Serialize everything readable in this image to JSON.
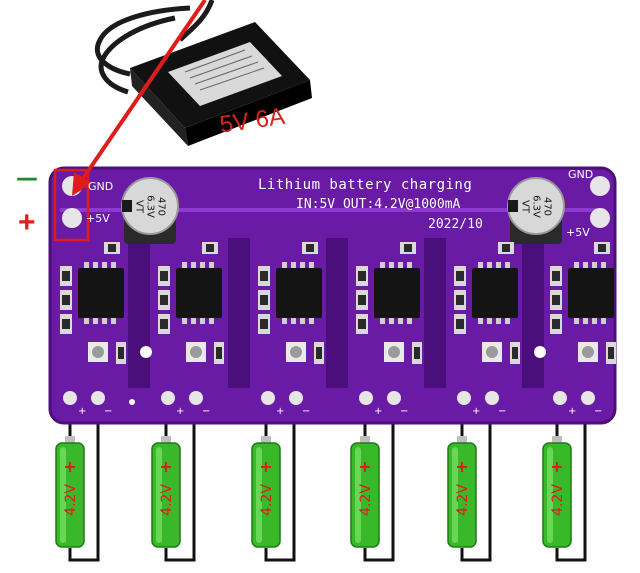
{
  "adapter": {
    "label": "5V 6A"
  },
  "polarity": {
    "minus": "—",
    "plus": "+"
  },
  "board": {
    "title": "Lithium battery charging",
    "io_line": "IN:5V OUT:4.2V@1000mA",
    "date": "2022/10",
    "gnd_left": "GND",
    "vcc_left": "+5V",
    "gnd_right": "GND",
    "vcc_right": "+5V",
    "capacitor_left": [
      "470",
      "6.3V",
      "VT"
    ],
    "capacitor_right": [
      "470",
      "6.3V",
      "VT"
    ],
    "channel_count": 6,
    "pad_plus": "+",
    "pad_minus": "−"
  },
  "batteries": [
    {
      "voltage": "4.2V",
      "sign": "+"
    },
    {
      "voltage": "4.2V",
      "sign": "+"
    },
    {
      "voltage": "4.2V",
      "sign": "+"
    },
    {
      "voltage": "4.2V",
      "sign": "+"
    },
    {
      "voltage": "4.2V",
      "sign": "+"
    },
    {
      "voltage": "4.2V",
      "sign": "+"
    }
  ],
  "colors": {
    "pcb": "#6a1ba6",
    "pcb_dark": "#4b0f7c",
    "arrow": "#e01b1b",
    "battery": "#39b82a",
    "minus_green": "#1f8a2b"
  }
}
